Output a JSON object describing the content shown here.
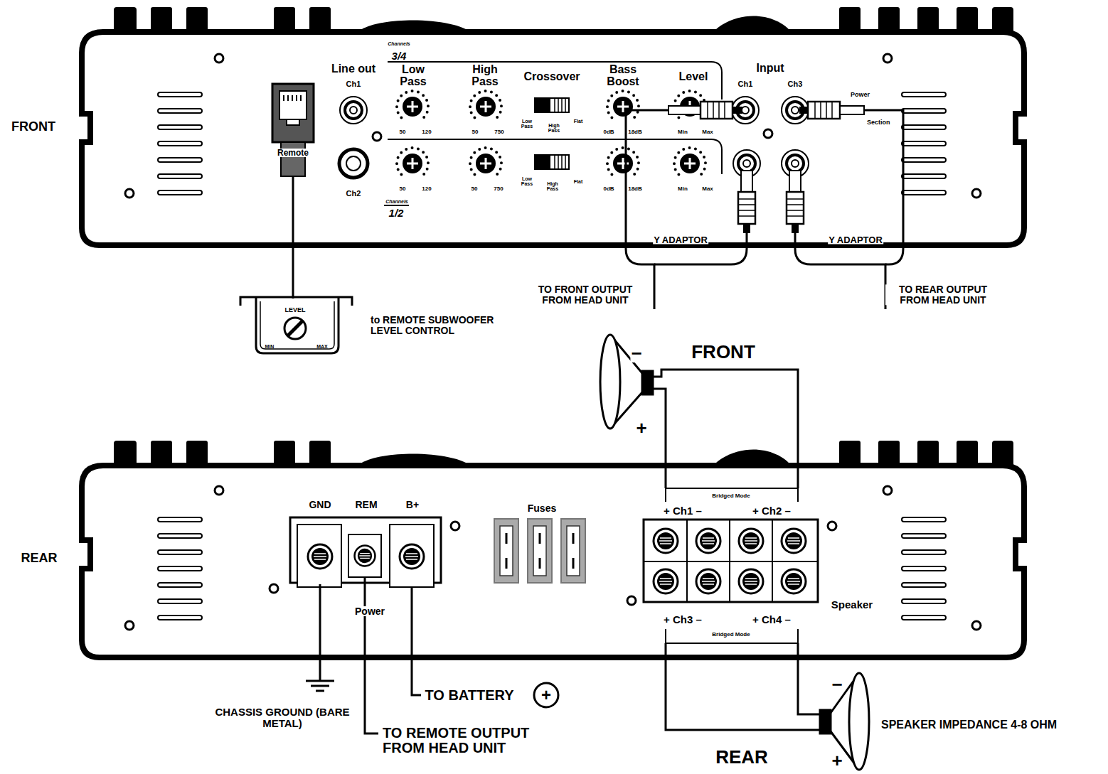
{
  "diagram": {
    "nodes": [
      {
        "text": [
          "FRONT"
        ]
      },
      {
        "text": [
          "REAR"
        ]
      },
      {
        "text": [
          "LEVEL",
          "MIN",
          "MAX"
        ]
      }
    ],
    "edges": [
      {
        "from": 0,
        "to": 2,
        "arrow": "none"
      }
    ],
    "labels": [
      "Line out",
      "Ch1",
      "Channels",
      "3/4",
      "Low Pass",
      "50",
      "120",
      "High Pass",
      "50",
      "750",
      "Crossover",
      "Low Pass",
      "High Pass",
      "Flat",
      "Bass Boost",
      "0dB",
      "18dB",
      "Level",
      "Min",
      "Max",
      "Input",
      "Ch1",
      "Ch3",
      "Power",
      "Section",
      "Remote",
      "Ch2",
      "50",
      "120",
      "50",
      "750",
      "Low Pass",
      "High Pass",
      "Flat",
      "0dB",
      "18dB",
      "Min",
      "Max",
      "Channels",
      "1/2",
      "Y ADAPTOR",
      "Y ADAPTOR",
      "TO FRONT OUTPUT FROM HEAD UNIT",
      "TO REAR OUTPUT FROM HEAD UNIT",
      "to REMOTE SUBWOOFER LEVEL CONTROL",
      "FRONT",
      "−",
      "+",
      "GND",
      "REM",
      "B+",
      "Power",
      "Fuses",
      "Bridged Mode",
      "+ Ch1 –",
      "+ Ch2 –",
      "Speaker",
      "+ Ch3 –",
      "+ Ch4 –",
      "Bridged Mode",
      "CHASSIS GROUND (BARE METAL)",
      "TO BATTERY",
      "+",
      "TO REMOTE OUTPUT FROM HEAD UNIT",
      "−",
      "+",
      "SPEAKER IMPEDANCE 4-8 OHM",
      "REAR"
    ]
  }
}
